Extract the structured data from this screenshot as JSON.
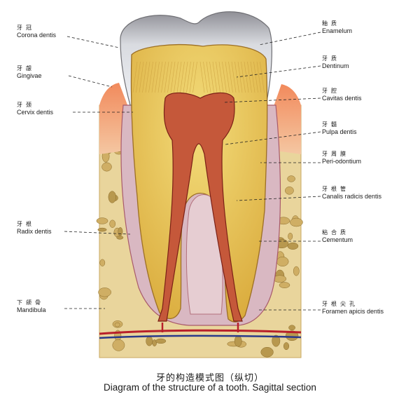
{
  "labels_left": [
    {
      "zh": "牙冠",
      "la": "Corona dentis"
    },
    {
      "zh": "牙龈",
      "la": "Gingivae"
    },
    {
      "zh": "牙颈",
      "la": "Cervix dentis"
    },
    {
      "zh": "牙根",
      "la": "Radix dentis"
    },
    {
      "zh": "下颌骨",
      "la": "Mandibula"
    }
  ],
  "labels_right": [
    {
      "zh": "釉质",
      "la": "Enamelum"
    },
    {
      "zh": "牙质",
      "la": "Dentinum"
    },
    {
      "zh": "牙腔",
      "la": "Cavitas dentis"
    },
    {
      "zh": "牙髓",
      "la": "Pulpa dentis"
    },
    {
      "zh": "牙周膜",
      "la": "Peri-odontium"
    },
    {
      "zh": "牙根管",
      "la": "Canalis radicis dentis"
    },
    {
      "zh": "粘合质",
      "la": "Cementum"
    },
    {
      "zh": "牙根尖孔",
      "la": "Foramen apicis dentis"
    }
  ],
  "caption": {
    "zh": "牙的构造模式图（纵切）",
    "en": "Diagram of the structure of a tooth. Sagittal section"
  },
  "colors": {
    "bone": "#e8d49a",
    "bone_pore": "#b89a52",
    "enamel": "#d7d9de",
    "dentin": "#e6c04a",
    "pulp": "#b8442a",
    "gum": "#e89a6a",
    "vessel_red": "#b8202a",
    "vessel_blue": "#2a3a8a"
  }
}
